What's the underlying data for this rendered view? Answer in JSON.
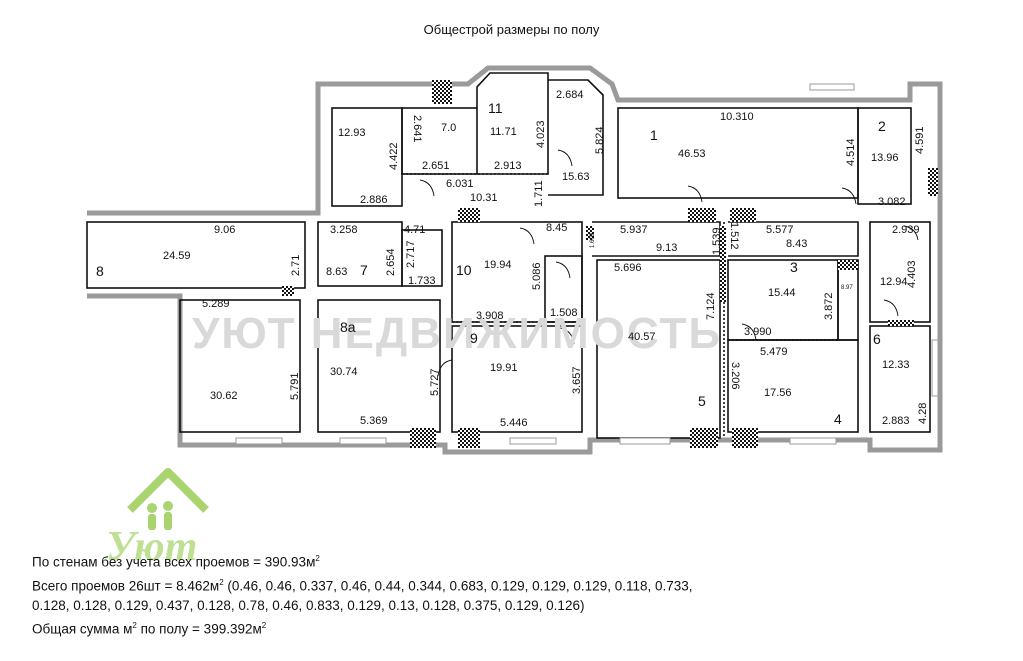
{
  "title": "Общестрой размеры по полу",
  "watermark": "УЮТ НЕДВИЖИМОСТЬ",
  "logo_text": "Уют",
  "rooms": [
    {
      "id": "1",
      "area": "46.53"
    },
    {
      "id": "2",
      "area": "13.96"
    },
    {
      "id": "3",
      "area": "15.44"
    },
    {
      "id": "4",
      "area": "17.56"
    },
    {
      "id": "5",
      "area": "40.57"
    },
    {
      "id": "6",
      "area": "12.33"
    },
    {
      "id": "7",
      "area": "8.63"
    },
    {
      "id": "8",
      "area": "24.59"
    },
    {
      "id": "8а",
      "area": "30.74"
    },
    {
      "id": "9",
      "area": "19.91"
    },
    {
      "id": "10",
      "area": "19.94"
    },
    {
      "id": "11",
      "area": "11.71"
    }
  ],
  "areas": {
    "a1293": "12.93",
    "a70": "7.0",
    "a1563": "15.63",
    "a3062": "30.62",
    "a897": "8.97",
    "a1294": "12.94"
  },
  "dims": {
    "d2684": "2.684",
    "d10310": "10.310",
    "d4514": "4.514",
    "d4591": "4.591",
    "d2641": "2.641",
    "d4422": "4.422",
    "d2651": "2.651",
    "d2913": "2.913",
    "d4023": "4.023",
    "d5824": "5.824",
    "d2886": "2.886",
    "d6031": "6.031",
    "d1031": "10.31",
    "d1711": "1.711",
    "d3082": "3.082",
    "d906": "9.06",
    "d3258": "3.258",
    "d471": "4.71",
    "d2939": "2.939",
    "d271": "2.71",
    "d2654": "2.654",
    "d2717": "2.717",
    "d1733": "1.733",
    "d5289": "5.289",
    "d845": "8.45",
    "d5937": "5.937",
    "d913": "9.13",
    "d5577": "5.577",
    "d843": "8.43",
    "d1539": "1.539",
    "d1512": "1.512",
    "d1609": "1.609",
    "d4403": "4.403",
    "d5086": "5.086",
    "d5696": "5.696",
    "d7124": "7.124",
    "d3872": "3.872",
    "d3908": "3.908",
    "d1508": "1.508",
    "d3990": "3.990",
    "d5479": "5.479",
    "d5791": "5.791",
    "d5727": "5.727",
    "d3657": "3.657",
    "d3206": "3.206",
    "d428": "4.28",
    "d5369": "5.369",
    "d5446": "5.446",
    "d2883": "2.883"
  },
  "notes": {
    "line1": "По стенам без учета всех проемов = 390.93м",
    "line1_sup": "2",
    "line2_a": "Всего проемов 26шт = 8.462м",
    "line2_sup": "2",
    "line2_b": " (0.46, 0.46, 0.337, 0.46, 0.44, 0.344, 0.683, 0.129, 0.129, 0.129, 0.118, 0.733,",
    "line3": "0.128, 0.128, 0.129, 0.437, 0.128, 0.78, 0.46, 0.833, 0.129, 0.13, 0.128, 0.375, 0.129, 0.126)",
    "line4_a": "Общая сумма м",
    "line4_sup1": "2",
    "line4_b": " по полу = 399.392м",
    "line4_sup2": "2"
  },
  "colors": {
    "wall": "#999999",
    "ink": "#111111",
    "logo": "#8cc63f",
    "watermark": "#d9d9d9"
  }
}
